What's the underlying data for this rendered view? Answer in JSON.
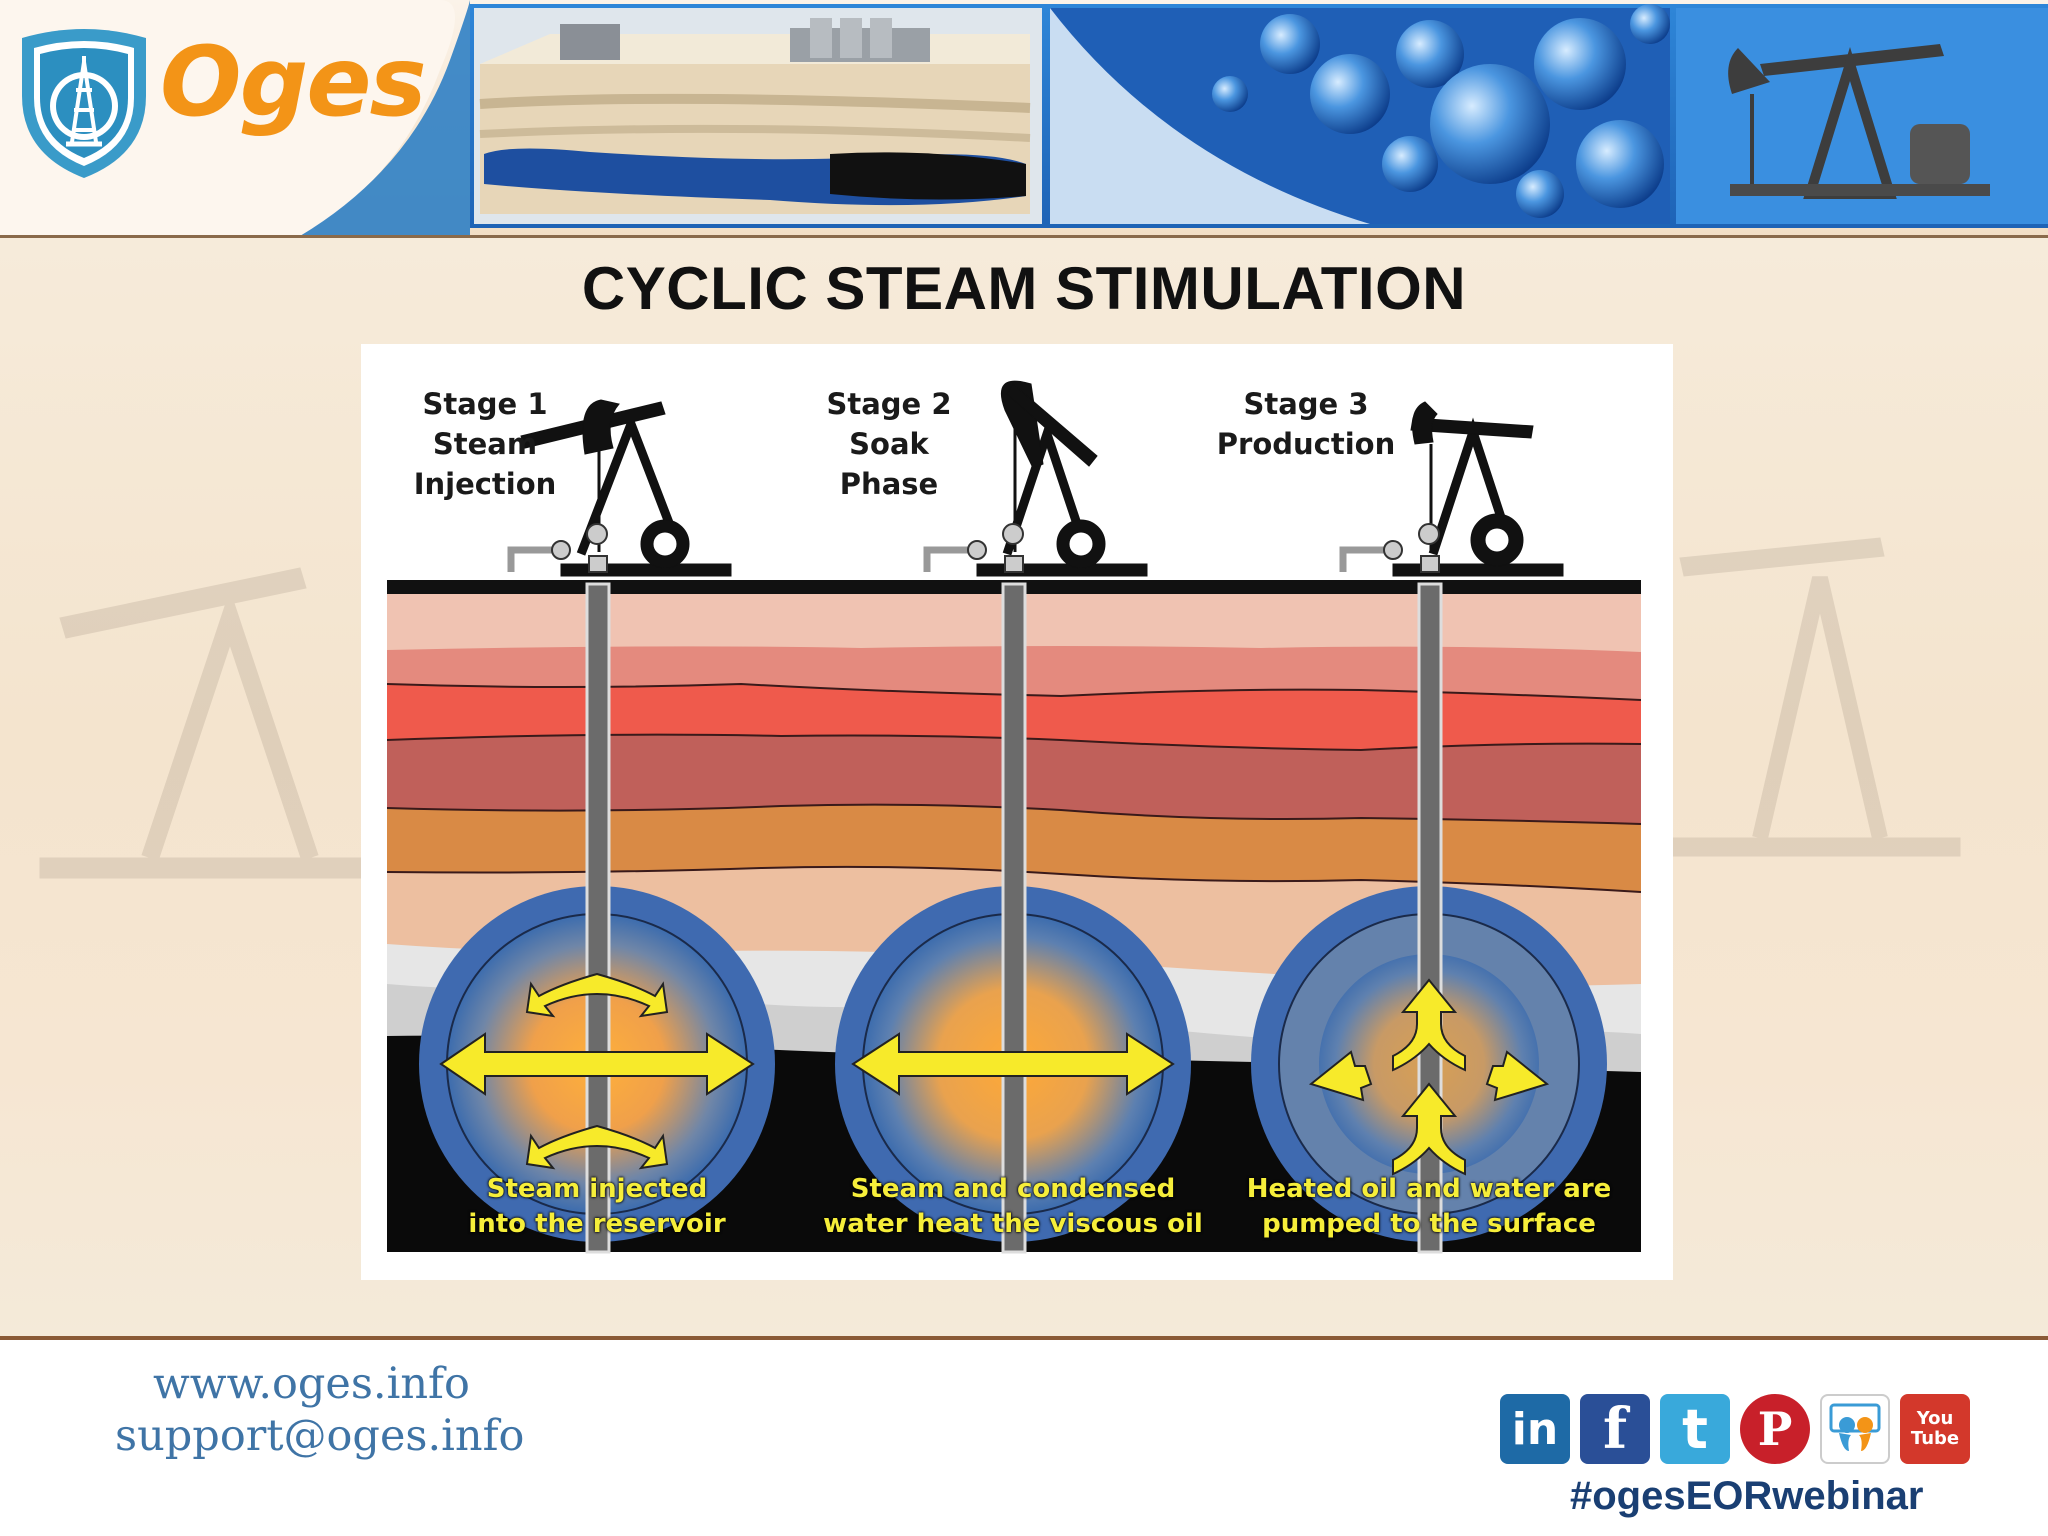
{
  "brand": {
    "logo_text": "Oges"
  },
  "title": "CYCLIC STEAM STIMULATION",
  "diagram": {
    "stages": [
      {
        "label": "Stage 1\nSteam\nInjection",
        "caption": "Steam injected\ninto the reservoir"
      },
      {
        "label": "Stage 2\nSoak\nPhase",
        "caption": "Steam and condensed\nwater heat the viscous oil"
      },
      {
        "label": "Stage 3\nProduction",
        "caption": "Heated oil and water are\npumped to the surface"
      }
    ]
  },
  "footer": {
    "website": "www.oges.info",
    "email": "support@oges.info",
    "hashtag": "#ogesEORwebinar",
    "social_icons": [
      {
        "name": "linkedin-icon",
        "glyph": "in",
        "color": "#1e6aa6"
      },
      {
        "name": "facebook-icon",
        "glyph": "f",
        "color": "#2a4f97"
      },
      {
        "name": "twitter-icon",
        "glyph": "t",
        "color": "#39a9db"
      },
      {
        "name": "pinterest-icon",
        "glyph": "P",
        "color": "#c8202a"
      },
      {
        "name": "slideshare-icon",
        "glyph": "",
        "color": "#ffffff"
      },
      {
        "name": "youtube-icon",
        "glyph": "You\nTube",
        "color": "#d3382b"
      }
    ]
  },
  "colors": {
    "accent_orange": "#f39417",
    "link_blue": "#3f74a6",
    "hashtag_navy": "#1a3f73",
    "caption_yellow": "#f6ee3a"
  }
}
